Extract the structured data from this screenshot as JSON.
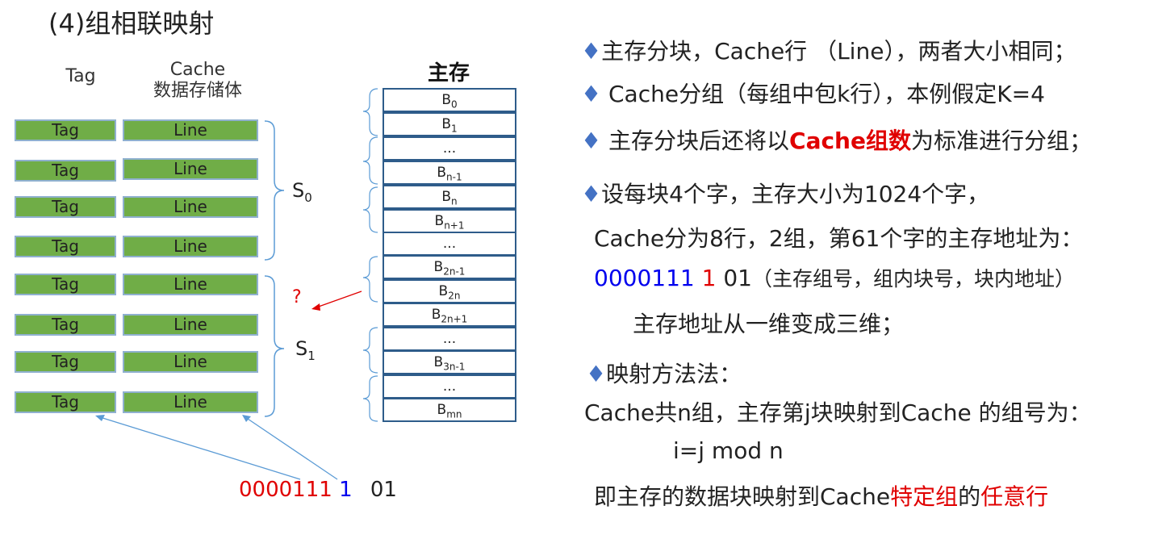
{
  "title": "(4)组相联映射",
  "cache": {
    "tag_header": "Tag",
    "store_header_1": "Cache",
    "store_header_2": "数据存储体",
    "rows": [
      {
        "tag": "Tag",
        "line": "Line"
      },
      {
        "tag": "Tag",
        "line": "Line"
      },
      {
        "tag": "Tag",
        "line": "Line"
      },
      {
        "tag": "Tag",
        "line": "Line"
      },
      {
        "tag": "Tag",
        "line": "Line"
      },
      {
        "tag": "Tag",
        "line": "Line"
      },
      {
        "tag": "Tag",
        "line": "Line"
      },
      {
        "tag": "Tag",
        "line": "Line"
      }
    ],
    "set0": {
      "letter": "S",
      "sub": "0"
    },
    "set1": {
      "letter": "S",
      "sub": "1"
    },
    "question_mark": "?"
  },
  "main_memory": {
    "header": "主存",
    "blocks": [
      {
        "base": "B",
        "sub": "0"
      },
      {
        "base": "B",
        "sub": "1"
      },
      {
        "base": "...",
        "sub": ""
      },
      {
        "base": "B",
        "sub": "n-1"
      },
      {
        "base": "B",
        "sub": "n"
      },
      {
        "base": "B",
        "sub": "n+1"
      },
      {
        "base": "...",
        "sub": ""
      },
      {
        "base": "B",
        "sub": "2n-1"
      },
      {
        "base": "B",
        "sub": "2n"
      },
      {
        "base": "B",
        "sub": "2n+1"
      },
      {
        "base": "...",
        "sub": ""
      },
      {
        "base": "B",
        "sub": "3n-1"
      },
      {
        "base": "...",
        "sub": ""
      },
      {
        "base": "B",
        "sub": "mn"
      }
    ]
  },
  "bottom_address": {
    "part1": "0000111",
    "part2": "1",
    "part3": "01"
  },
  "text": {
    "diamond": "♦",
    "l1": "主存分块，Cache行 （Line），两者大小相同；",
    "l2": " Cache分组（每组中包k行），本例假定K=4",
    "l3a": " 主存分块后还将以",
    "l3b": "Cache组数",
    "l3c": "为标准进行分组；",
    "l4": "设每块4个字，主存大小为1024个字，",
    "l5": "Cache分为8行，2组，第61个字的主存地址为：",
    "l6a": "0000111",
    "l6b": " 1",
    "l6c": "   01",
    "l6d": "（主存组号，组内块号，块内地址）",
    "l7": "主存地址从一维变成三维；",
    "l8": "映射方法法：",
    "l9": "Cache共n组，主存第j块映射到Cache 的组号为：",
    "l10": "i=j mod n",
    "l11a": "即主存的数据块映射到Cache",
    "l11b": "特定组",
    "l11c": "的",
    "l11d": "任意行"
  }
}
